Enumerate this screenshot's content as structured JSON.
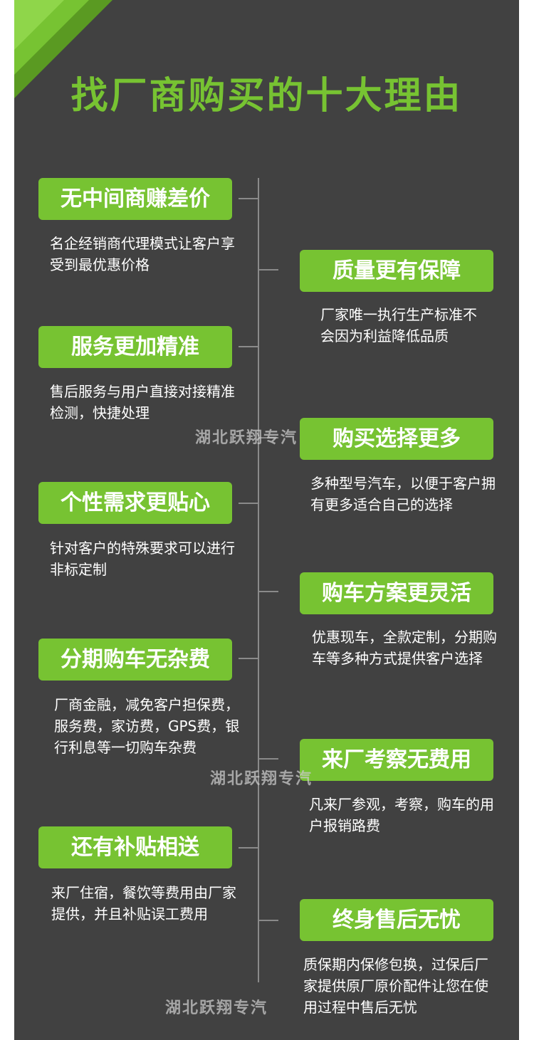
{
  "title": "找厂商购买的十大理由",
  "watermark": "湖北跃翔专汽",
  "colors": {
    "accent": "#77c332",
    "panel": "#414141",
    "line": "#8a8a8a"
  },
  "reasons": [
    {
      "heading": "无中间商赚差价",
      "desc": "名企经销商代理模式让客户享受到最优惠价格"
    },
    {
      "heading": "质量更有保障",
      "desc": "厂家唯一执行生产标准不会因为利益降低品质"
    },
    {
      "heading": "服务更加精准",
      "desc": "售后服务与用户直接对接精准检测，快捷处理"
    },
    {
      "heading": "购买选择更多",
      "desc": "多种型号汽车，以便于客户拥有更多适合自己的选择"
    },
    {
      "heading": "个性需求更贴心",
      "desc": "针对客户的特殊要求可以进行非标定制"
    },
    {
      "heading": "购车方案更灵活",
      "desc": "优惠现车，全款定制，分期购车等多种方式提供客户选择"
    },
    {
      "heading": "分期购车无杂费",
      "desc": "厂商金融，减免客户担保费，服务费，家访费，GPS费，银行利息等一切购车杂费"
    },
    {
      "heading": "来厂考察无费用",
      "desc": "凡来厂参观，考察，购车的用户报销路费"
    },
    {
      "heading": "还有补贴相送",
      "desc": "来厂住宿，餐饮等费用由厂家提供，并且补贴误工费用"
    },
    {
      "heading": "终身售后无忧",
      "desc": "质保期内保修包换，过保后厂家提供原厂原价配件让您在使用过程中售后无忧"
    }
  ]
}
